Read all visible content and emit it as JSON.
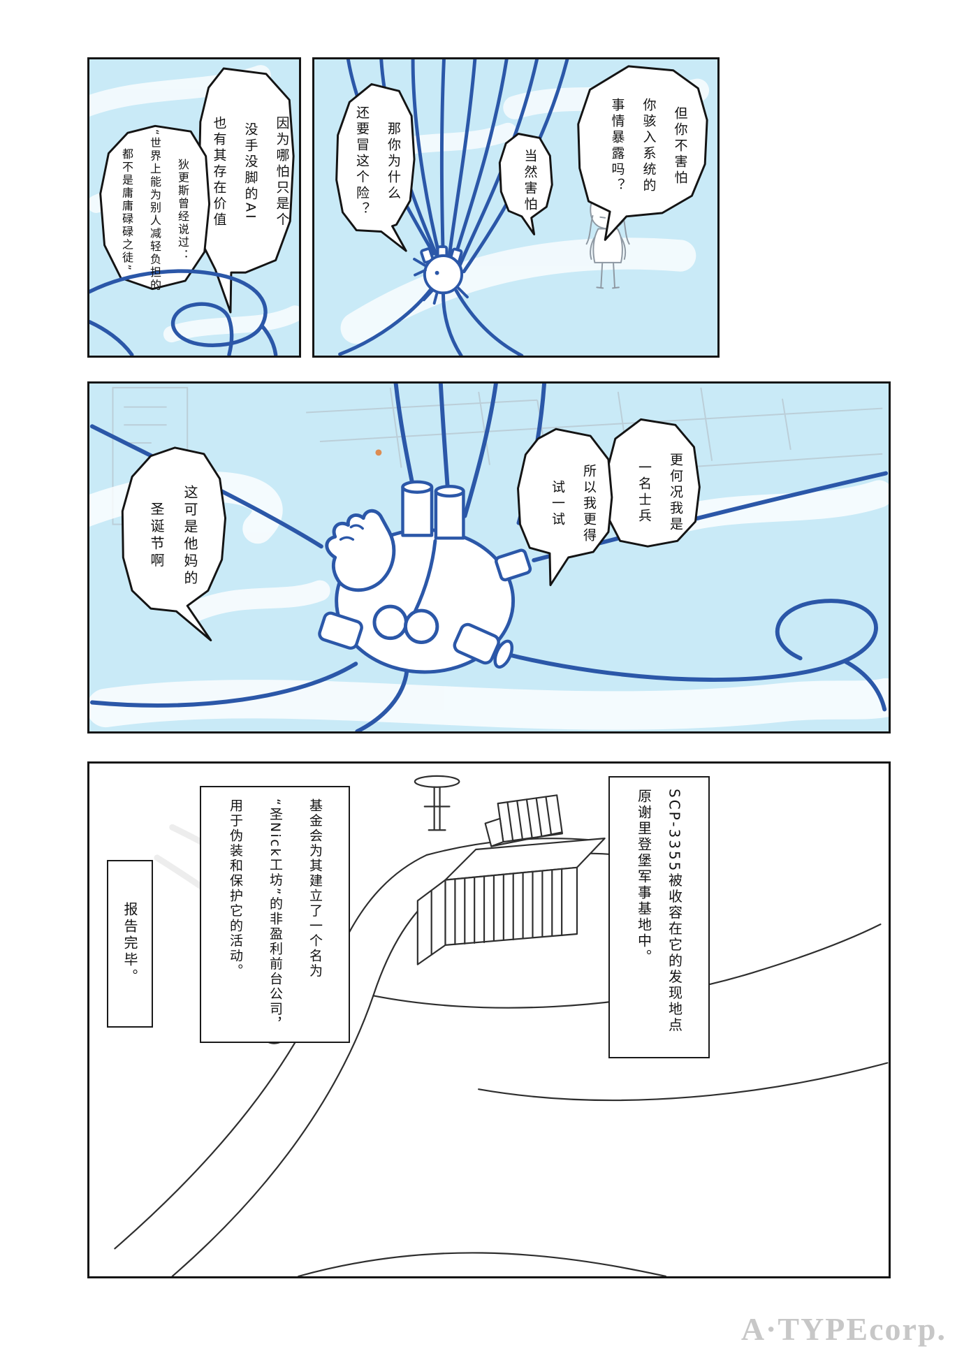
{
  "page": {
    "watermark": "A·TYPEcorp."
  },
  "colors": {
    "panel_blue": "#c9eaf7",
    "cable_blue": "#2b57a8",
    "ink": "#151515",
    "character_line_gray": "#8e98a2",
    "watermark_gray": "#c7c7c7",
    "map_marker_orange": "#e07b35"
  },
  "panel_top_left": {
    "bubble_value": {
      "lines": [
        "因为哪怕只是个",
        "没手没脚的AI",
        "也有其存在价值"
      ]
    },
    "bubble_dickens": {
      "lines": [
        "狄更斯曾经说过：",
        "“世界上能为别人减轻负担的",
        "都不是庸庸碌碌之徒”"
      ]
    }
  },
  "panel_top_right": {
    "bubble_afraid_question": {
      "lines": [
        "但你不害怕",
        "你骇入系统的",
        "事情暴露吗？"
      ]
    },
    "bubble_of_course": {
      "lines": [
        "当然害怕"
      ]
    },
    "bubble_why_risk": {
      "lines": [
        "那你为什么",
        "还要冒这个险？"
      ]
    }
  },
  "panel_middle": {
    "bubble_christmas": {
      "lines": [
        "这可是他妈的",
        "圣诞节啊"
      ]
    },
    "bubble_soldier": {
      "lines": [
        "更何况我是",
        "一名士兵"
      ]
    },
    "bubble_try": {
      "lines": [
        "所以我更得",
        "试一试"
      ]
    }
  },
  "panel_bottom": {
    "box_containment": {
      "lines": [
        "SCP-3355被收容在它的发现地点",
        "原谢里登堡军事基地中。"
      ]
    },
    "box_front_company": {
      "lines": [
        "基金会为其建立了一个名为",
        "“圣Nick工坊”的非盈利前台公司，",
        "用于伪装和保护它的活动。"
      ]
    },
    "box_report": {
      "lines": [
        "报告完毕。"
      ]
    }
  }
}
